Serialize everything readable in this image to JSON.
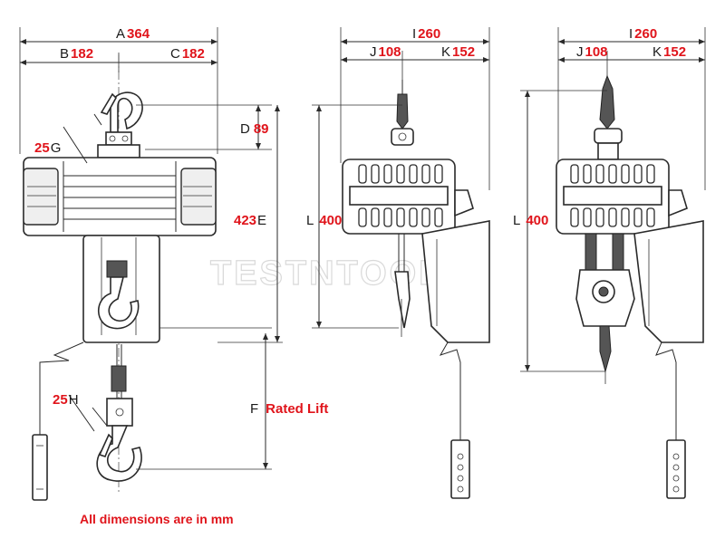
{
  "watermark": "TESTNTOOLS",
  "note": "All dimensions are in mm",
  "colors": {
    "value_red": "#e0141b",
    "line": "#2a2a2a",
    "watermark": "#d9d9d9"
  },
  "front_view": {
    "A": {
      "letter": "A",
      "value": "364"
    },
    "B": {
      "letter": "B",
      "value": "182"
    },
    "C": {
      "letter": "C",
      "value": "182"
    },
    "D": {
      "letter": "D",
      "value": "89"
    },
    "E": {
      "letter": "E",
      "value": "423"
    },
    "F": {
      "letter": "F",
      "value": "Rated Lift"
    },
    "G": {
      "letter": "G",
      "value": "25"
    },
    "H": {
      "letter": "H",
      "value": "25"
    }
  },
  "side_view": {
    "I": {
      "letter": "I",
      "value": "260"
    },
    "J": {
      "letter": "J",
      "value": "108"
    },
    "K": {
      "letter": "K",
      "value": "152"
    },
    "L": {
      "letter": "L",
      "value": "400"
    }
  },
  "side_view_2": {
    "I": {
      "letter": "I",
      "value": "260"
    },
    "J": {
      "letter": "J",
      "value": "108"
    },
    "K": {
      "letter": "K",
      "value": "152"
    },
    "L": {
      "letter": "L",
      "value": "400"
    }
  }
}
